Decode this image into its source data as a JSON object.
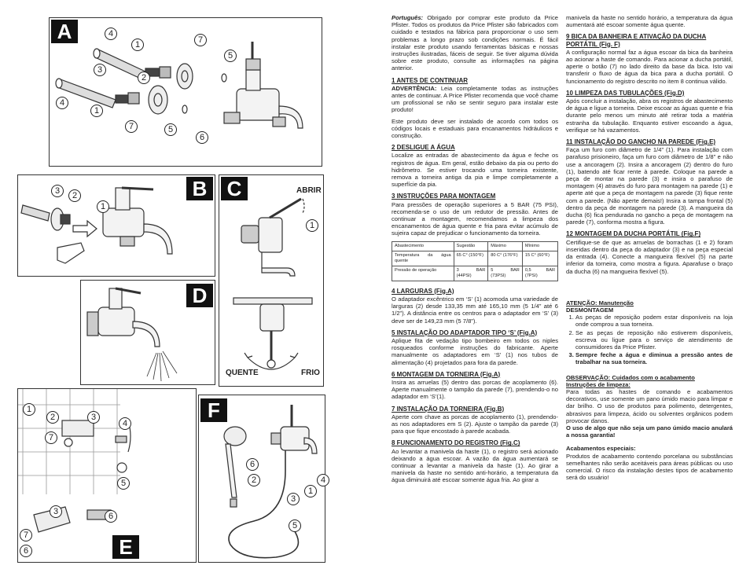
{
  "figures": {
    "a": {
      "letter": "A",
      "callouts": [
        "4",
        "1",
        "7",
        "5",
        "3",
        "2",
        "4",
        "1",
        "7",
        "5",
        "6"
      ]
    },
    "b": {
      "letter": "B",
      "callouts": [
        "3",
        "2",
        "1"
      ]
    },
    "c": {
      "letter": "C",
      "callouts": [
        "1"
      ],
      "abrir": "ABRIR",
      "quente": "QUENTE",
      "frio": "FRIO"
    },
    "d": {
      "letter": "D"
    },
    "e": {
      "letter": "E",
      "callouts": [
        "1",
        "2",
        "3",
        "4",
        "7",
        "5",
        "3",
        "6",
        "7",
        "6"
      ]
    },
    "f": {
      "letter": "F",
      "callouts": [
        "6",
        "2",
        "4",
        "1",
        "3",
        "5"
      ]
    }
  },
  "col1": {
    "intro_lang": "Português:",
    "intro": "Obrigado por comprar este produto da Price Pfister. Todos os produtos da Price Pfister são fabricados com cuidado e testados na fábrica para proporcionar o uso sem problemas a longo prazo sob condições normais. É fácil instalar este produto usando ferramentas básicas e nossas instruções ilustradas, fáceis de seguir. Se tiver alguma dúvida sobre este produto, consulte as informações na página anterior.",
    "s1_title": "1 ANTES DE CONTINUAR",
    "s1_adv": "ADVERTÊNCIA:",
    "s1_p1": "Leia completamente todas as instruções antes de continuar. A Price Pfister recomenda que você chame um profissional se não se sentir seguro para instalar este produto!",
    "s1_p2": "Este produto deve ser instalado de acordo com todos os códigos locais e estaduais para encanamentos hidráulicos e construção.",
    "s2_title": "2 DESLIGUE A ÁGUA",
    "s2_p": "Localize as entradas de abastecimento da água e feche os registros de água. Em geral, estão debaixo da pia ou perto do hidrômetro. Se estiver trocando uma torneira existente, remova a torneira antiga da pia e limpe completamente a superfície da pia.",
    "s3_title": "3 INSTRUÇÕES PARA MONTAGEM",
    "s3_p": "Para pressões de operação superiores a 5 BAR (75 PSI), recomenda-se o uso de um redutor de pressão. Antes de continuar a montagem, recomendamos a limpeza dos encanamentos de água quente e fria para evitar acúmulo de sujeira capaz de prejudicar o funcionamento da torneira.",
    "table": {
      "header": [
        "Abastecimento",
        "Sugestão",
        "Máximo",
        "Mínimo"
      ],
      "rows": [
        [
          "Temperatura da água quente",
          "65 C° (150°F)",
          "80 C° (176°F)",
          "15 C° (60°F)"
        ],
        [
          "Pressão de operação",
          "3 BAR (44PSI)",
          "5 BAR (73PSI)",
          "0,5 BAR (7PSI)"
        ]
      ]
    },
    "s4_title": "4 LARGURAS (Fig.A)",
    "s4_p": "O adaptador excêntrico em ‘S’ (1) acomoda uma variedade de larguras (2) desde 133,35 mm até 165,10 mm (5 1/4” até 6 1/2”). A distância entre os centros para o adaptador em ‘S’ (3) deve ser de 149,23 mm (5 7/8”).",
    "s5_title": "5 INSTALAÇÃO DO ADAPTADOR TIPO ‘S’ (Fig.A)",
    "s5_p": "Aplique fita de vedação tipo bombeiro em todos os niples rosqueados conforme instruções do fabricante. Aperte manualmente os adaptadores em ‘S’ (1) nos tubos de alimentação (4) projetados para fora da parede.",
    "s6_title": "6 MONTAGEM DA TORNEIRA (Fig.A)",
    "s6_p": "Insira as arruelas (5) dentro das porcas de acoplamento (6). Aperte manualmente o tampão da parede (7), prendendo-o no adaptador em ‘S’(1).",
    "s7_title": "7 INSTALAÇÃO DA TORNEIRA (Fig.B)",
    "s7_p": "Aperte com chave as porcas de acoplamento (1), prendendo-as nos adaptadores em S (2). Ajuste o tampão da parede (3) para que fique encostado à parede acabada.",
    "s8_title": "8 FUNCIONAMENTO DO REGISTRO (Fig.C)",
    "s8_p": "Ao levantar a manivela da haste (1), o registro será acionado deixando a água escoar. A vazão da água aumentará se continuar a levantar a manivela da haste (1). Ao girar a manivela da haste no sentido anti-horário, a temperatura da água diminuirá até escoar somente água fria. Ao girar a"
  },
  "col2": {
    "s8_cont": "manivela da haste no sentido horário, a temperatura da água aumentará até escoar somente água quente.",
    "s9_title": "9 BICA DA BANHEIRA E ATIVAÇÃO DA DUCHA PORTÁTIL (Fig. F)",
    "s9_p": "A configuração normal faz a água escoar da bica da banheira ao acionar a haste de comando. Para acionar a ducha portátil, aperte o botão (7) no lado direito da base da bica. Isto vai transferir o fluxo de água da bica para a ducha portátil. O funcionamento do registro descrito no item 8 continua válido.",
    "s10_title": "10 LIMPEZA DAS TUBULAÇÕES (Fig.D)",
    "s10_p": "Após concluir a instalação, abra os registros de abastecimento de água e ligue a torneira. Deixe escoar as águas quente e fria durante pelo menos um minuto até retirar toda a matéria estranha da tubulação. Enquanto estiver escoando a água, verifique se há vazamentos.",
    "s11_title": "11 INSTALAÇÃO DO GANCHO NA PAREDE (Fig.E)",
    "s11_p": "Faça um furo com diâmetro de 1/4” (1). Para instalação com parafuso prisioneiro, faça um furo com diâmetro de 1/8” e não use a ancoragem (2). Insira a ancoragem (2) dentro do furo (1), batendo até ficar rente à parede. Coloque na parede a peça de montar na parede (3) e insira o parafuso de montagem (4) através do furo para montagem na parede (1) e aperte até que a peça de montagem na parede (3) fique rente com a parede. (Não aperte demais!) Insira a tampa frontal (5) dentro da peça de montagem na parede (3). A mangueira da ducha (6) fica pendurada no gancho a peça de montagem na parede (7), conforma mostra a figura.",
    "s12_title": "12 MONTAGEM DA DUCHA PORTÁTIL (Fig.F)",
    "s12_p": "Certifique-se de que as arruelas de borrachas (1 e 2) foram inseridas dentro da peça do adaptador (3) e na peça especial da entrada (4). Conecte a mangueira flexível (5) na parte inferior da torneira, como mostra a figura. Aparafuse o braço da ducha (6) na mangueira flexível (5).",
    "maint_title": "ATENÇÃO: Manutenção",
    "maint_sub": "DESMONTAGEM",
    "maint_items": [
      "As peças de reposição podem estar disponíveis na loja onde comprou a sua torneira.",
      "Se as peças de reposição não estiverem disponíveis, escreva ou ligue para o serviço de atendimento de consumidores da Price Pfister.",
      "Sempre feche a água e diminua a pressão antes de trabalhar na sua torneira."
    ],
    "obs_title": "OBSERVAÇÃO: Cuidados com o acabamento",
    "obs_sub": "Instruções de limpeza:",
    "obs_p": "Para todas as hastes de comando e acabamentos decorativos, use somente um pano úmido macio para limpar e dar brilho. O uso de produtos para polimento, detergentes, abrasivos para limpeza, ácido ou solventes orgânicos podem provocar danos.",
    "obs_bold": "O uso de algo que não seja um pano úmido macio anulará a nossa garantia!",
    "esp_title": "Acabamentos especiais:",
    "esp_p": "Produtos de acabamento contendo porcelana ou substâncias semelhantes não serão aceitáveis para áreas públicas ou uso comercial. O risco da instalação destes tipos de acabamento será do usuário!"
  }
}
